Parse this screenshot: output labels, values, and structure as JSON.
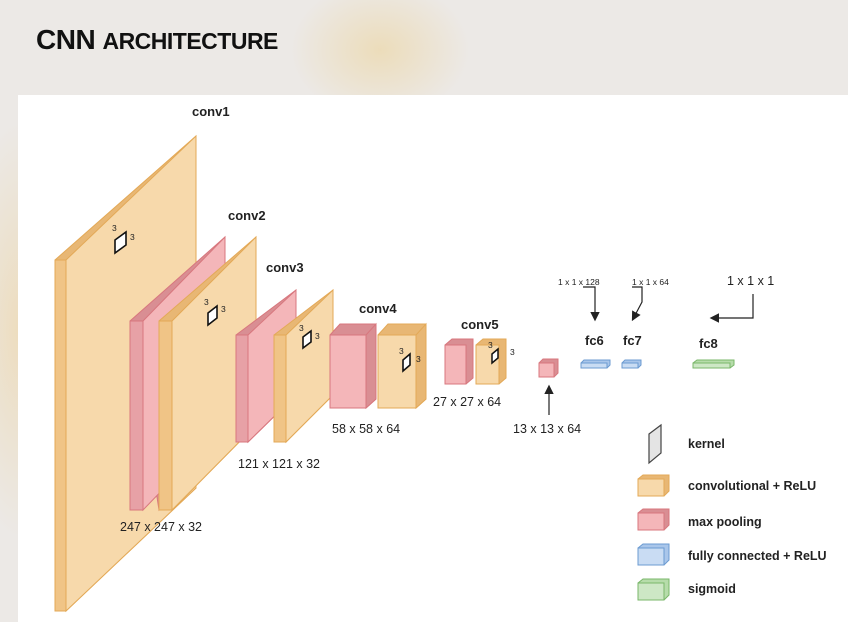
{
  "title": {
    "main": "CNN",
    "rest": "ARCHITECTURE"
  },
  "layers": {
    "conv1": "conv1",
    "conv2": "conv2",
    "conv3": "conv3",
    "conv4": "conv4",
    "conv5": "conv5",
    "fc6": "fc6",
    "fc7": "fc7",
    "fc8": "fc8"
  },
  "dimensions": {
    "d247": "247 x 247 x 32",
    "d121": "121 x 121 x 32",
    "d58": "58 x 58 x 64",
    "d27": "27 x 27 x 64",
    "d13": "13 x 13 x 64",
    "fc6_in": "1 x 1 x 128",
    "fc7_in": "1 x 1 x 64",
    "fc8_in": "1 x 1 x 1"
  },
  "kernel_size": "3",
  "legend": [
    {
      "label": "kernel",
      "kind": "kernel"
    },
    {
      "label": "convolutional + ReLU",
      "kind": "conv",
      "color": "#f7d9ab"
    },
    {
      "label": "max pooling",
      "kind": "pool",
      "color": "#f4b6b9"
    },
    {
      "label": "fully connected + ReLU",
      "kind": "fc",
      "color": "#c9dcf3"
    },
    {
      "label": "sigmoid",
      "kind": "sig",
      "color": "#cde7c5"
    }
  ],
  "colors": {
    "conv_front": "#f7d9ab",
    "conv_side": "#e8b774",
    "conv_stroke": "#e3a957",
    "pool_front": "#f4b6b9",
    "pool_side": "#d98e93",
    "pool_stroke": "#d8777e",
    "fc_front": "#c9dcf3",
    "fc_stroke": "#6c9bd1",
    "sig_front": "#cde7c5",
    "sig_stroke": "#7ab76a"
  }
}
